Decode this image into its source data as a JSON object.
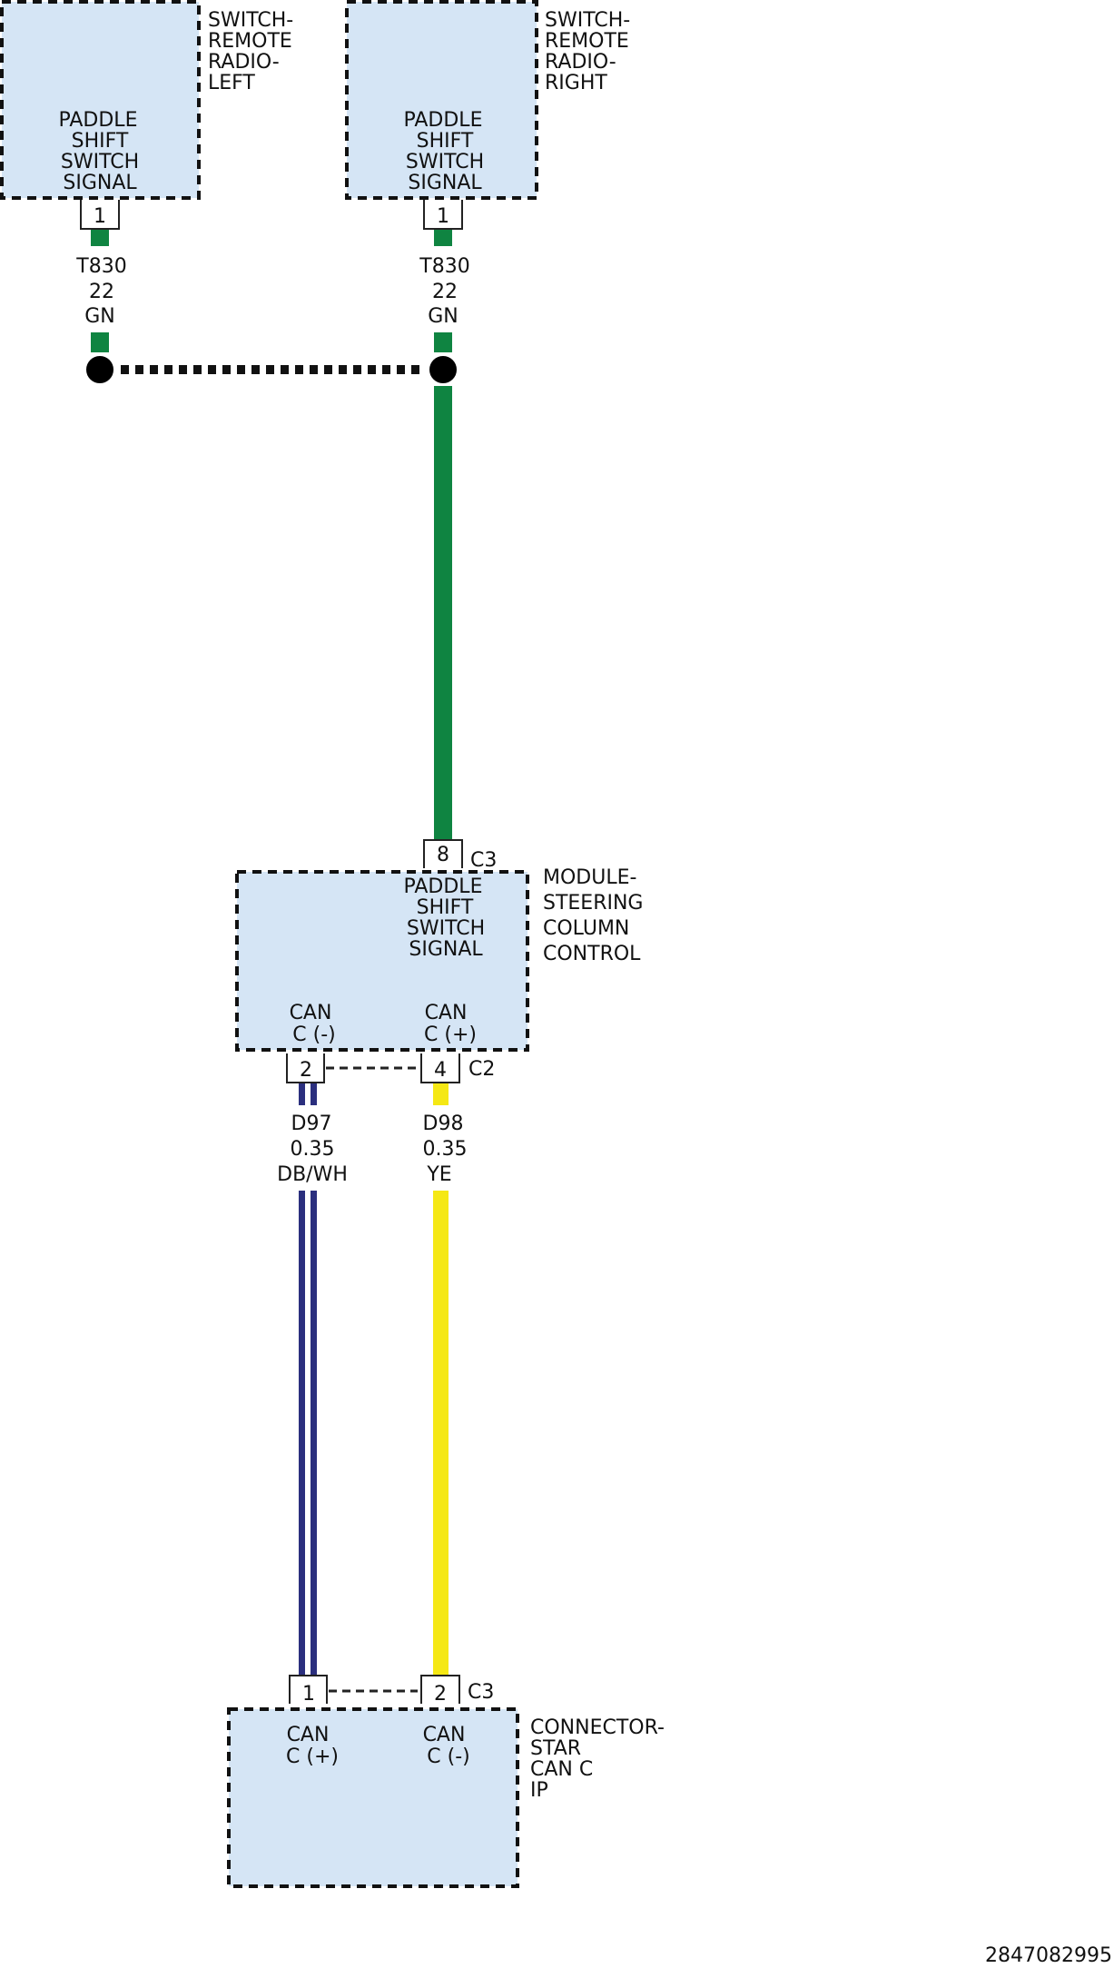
{
  "colors": {
    "green": "#0f8441",
    "dark_blue": "#2b2f7e",
    "yellow": "#f5e814",
    "box_fill": "#d5e5f5"
  },
  "components": {
    "left_switch": {
      "name": [
        "SWITCH-",
        "REMOTE",
        "RADIO-",
        "LEFT"
      ],
      "function": [
        "PADDLE",
        "SHIFT",
        "SWITCH",
        "SIGNAL"
      ],
      "pin": "1"
    },
    "right_switch": {
      "name": [
        "SWITCH-",
        "REMOTE",
        "RADIO-",
        "RIGHT"
      ],
      "function": [
        "PADDLE",
        "SHIFT",
        "SWITCH",
        "SIGNAL"
      ],
      "pin": "1"
    },
    "module": {
      "name": [
        "MODULE-",
        "STEERING",
        "COLUMN",
        "CONTROL"
      ],
      "function": [
        "PADDLE",
        "SHIFT",
        "SWITCH",
        "SIGNAL"
      ],
      "top_pin": "8",
      "top_connector": "C3",
      "can_minus": [
        "CAN",
        "C (-)"
      ],
      "can_plus": [
        "CAN",
        "C (+)"
      ],
      "pin_minus": "2",
      "pin_plus": "4",
      "bottom_connector": "C2"
    },
    "star": {
      "name": [
        "CONNECTOR-",
        "STAR",
        "CAN C",
        "IP"
      ],
      "can_plus": [
        "CAN",
        "C (+)"
      ],
      "can_minus": [
        "CAN",
        "C (-)"
      ],
      "pin_plus": "1",
      "pin_minus": "2",
      "connector": "C3"
    }
  },
  "wires": {
    "left": [
      "T830",
      "22",
      "GN"
    ],
    "right": [
      "T830",
      "22",
      "GN"
    ],
    "d97": [
      "D97",
      "0.35",
      "DB/WH"
    ],
    "d98": [
      "D98",
      "0.35",
      "YE"
    ]
  },
  "figure_id": "2847082995"
}
